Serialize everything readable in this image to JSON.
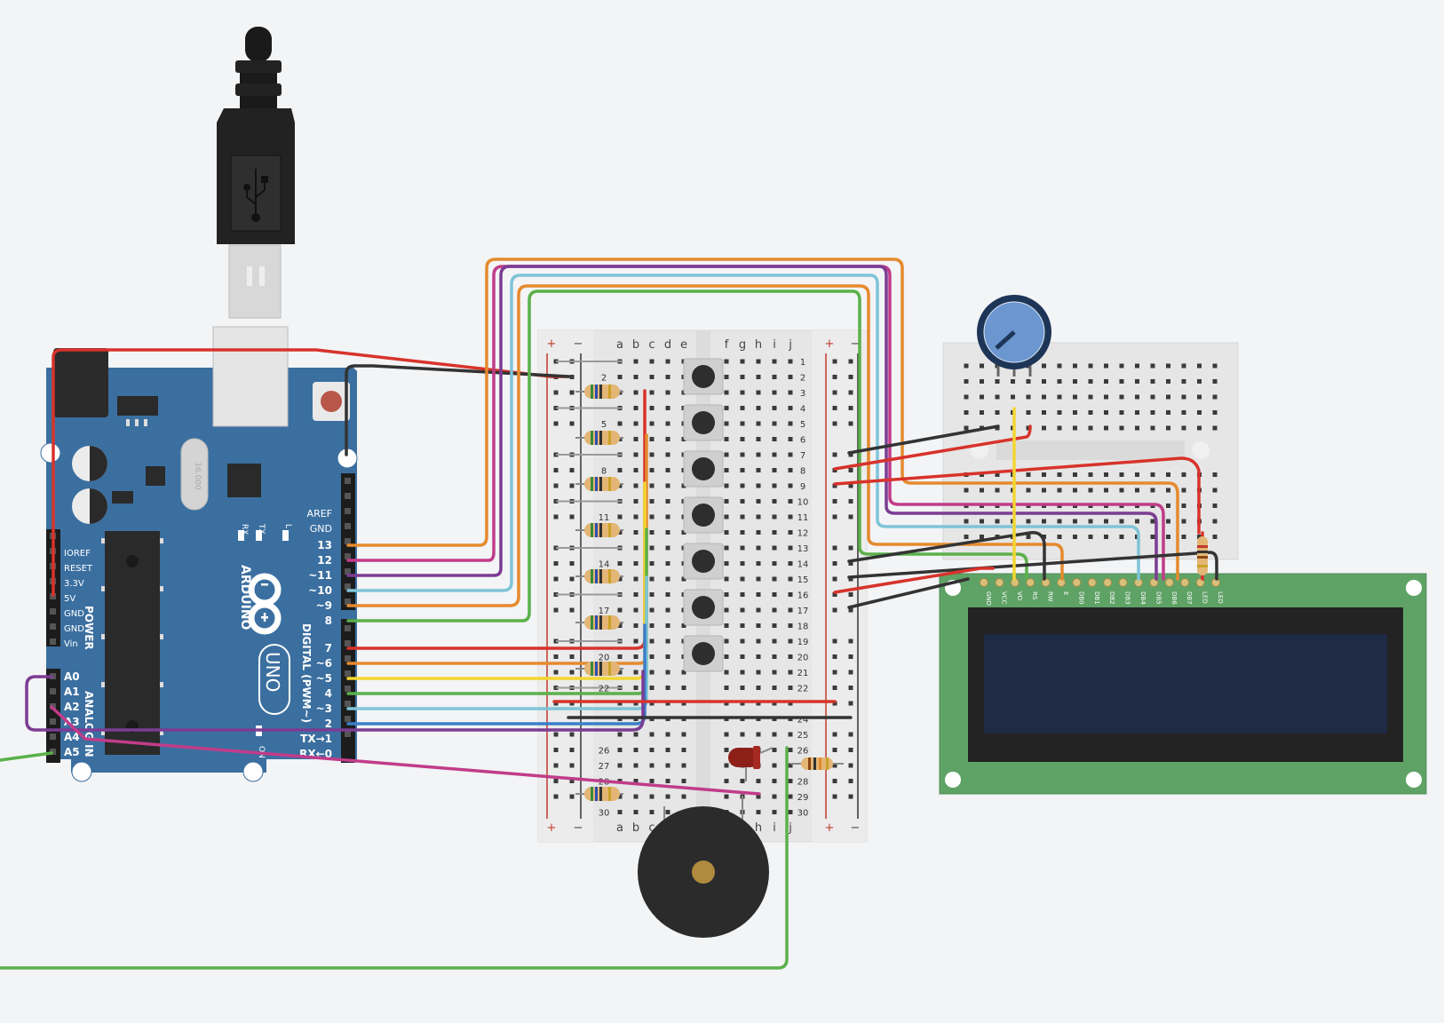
{
  "arduino": {
    "brand": "ARDUINO",
    "model": "UNO",
    "crystal": "16.000",
    "led_labels": {
      "rx": "RX",
      "tx": "TX",
      "l": "L",
      "on": "ON"
    },
    "power_title": "POWER",
    "analog_title": "ANALOG IN",
    "digital_title": "DIGITAL (PWM~)",
    "top_pins": [
      "AREF",
      "GND"
    ],
    "power_pins": [
      "IOREF",
      "RESET",
      "3.3V",
      "5V",
      "GND",
      "GND",
      "Vin"
    ],
    "analog_pins": [
      "A0",
      "A1",
      "A2",
      "A3",
      "A4",
      "A5"
    ],
    "digital_pins": [
      "13",
      "12",
      "~11",
      "~10",
      "~9",
      "8",
      "7",
      "~6",
      "~5",
      "4",
      "~3",
      "2",
      "TX→1",
      "RX←0"
    ]
  },
  "breadboard": {
    "columns_left": [
      "a",
      "b",
      "c",
      "d",
      "e"
    ],
    "columns_right": [
      "f",
      "g",
      "h",
      "i",
      "j"
    ],
    "rail_plus": "+",
    "rail_minus": "−",
    "rows_left": [
      "",
      "2",
      "",
      "",
      "5",
      "",
      "",
      "8",
      "",
      "",
      "11",
      "",
      "",
      "14",
      "",
      "",
      "17",
      "",
      "",
      "20",
      "",
      "22",
      "",
      "",
      "",
      "26",
      "27",
      "28",
      "29",
      "30"
    ],
    "rows_right": [
      "1",
      "2",
      "3",
      "4",
      "5",
      "6",
      "7",
      "8",
      "9",
      "10",
      "11",
      "12",
      "13",
      "14",
      "15",
      "16",
      "17",
      "18",
      "19",
      "20",
      "21",
      "22",
      "",
      "24",
      "25",
      "26",
      "",
      "28",
      "29",
      "30"
    ]
  },
  "lcd": {
    "pins": [
      "GND",
      "VCC",
      "VO",
      "RS",
      "RW",
      "E",
      "DB0",
      "DB1",
      "DB2",
      "DB3",
      "DB4",
      "DB5",
      "DB6",
      "DB7",
      "LED",
      "LED"
    ]
  },
  "colors": {
    "arduino_board": "#3b6fa0",
    "breadboard": "#e8e8e8",
    "lcd_pcb": "#5fa266",
    "lcd_screen": "#1f2a44",
    "wire_red": "#d7332b",
    "wire_black": "#333333",
    "wire_orange": "#e58a2e",
    "wire_purple": "#7b3c93",
    "wire_pink": "#c13c8a",
    "wire_cyan": "#7fc4d8",
    "wire_green": "#5bb04a",
    "wire_yellow": "#f3d631",
    "wire_blue": "#3a7fc9"
  },
  "components": {
    "icons": [
      "usb-plug-icon",
      "usb-symbol-icon",
      "potentiometer-icon",
      "pushbutton-icon",
      "led-icon",
      "resistor-icon",
      "piezo-buzzer-icon"
    ]
  }
}
